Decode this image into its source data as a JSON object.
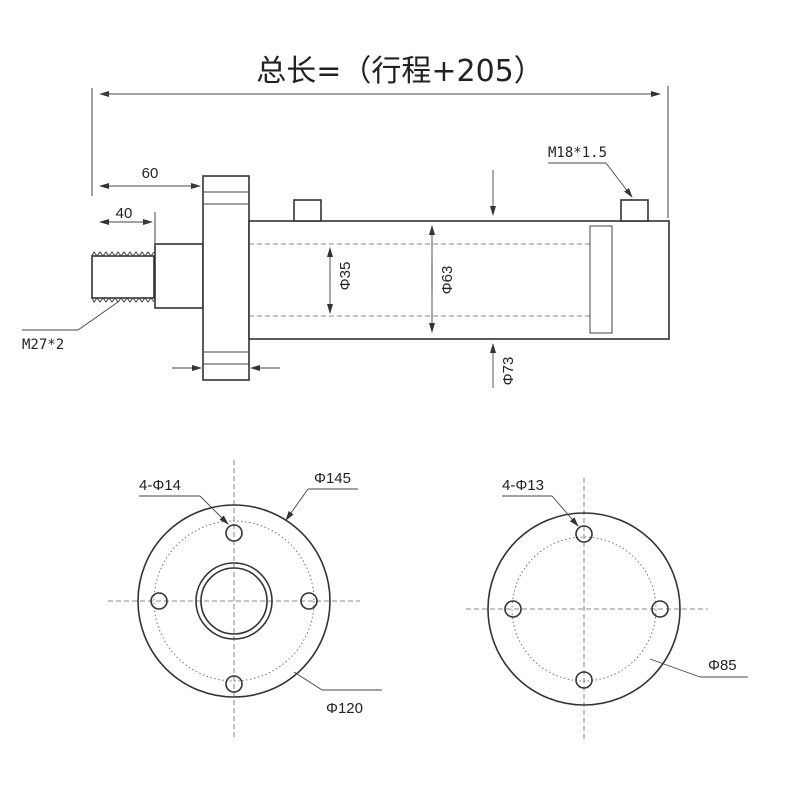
{
  "title": "总长=（行程+205）",
  "side_view": {
    "len_60": "60",
    "len_40": "40",
    "thread_rod": "M27*2",
    "port_thread": "M18*1.5",
    "dia_rod": "Φ35",
    "dia_bore": "Φ63",
    "dia_body": "Φ73"
  },
  "flange_front": {
    "holes": "4-Φ14",
    "outer": "Φ145",
    "pcd": "Φ120"
  },
  "flange_rear": {
    "holes": "4-Φ13",
    "outer": "Φ85"
  }
}
